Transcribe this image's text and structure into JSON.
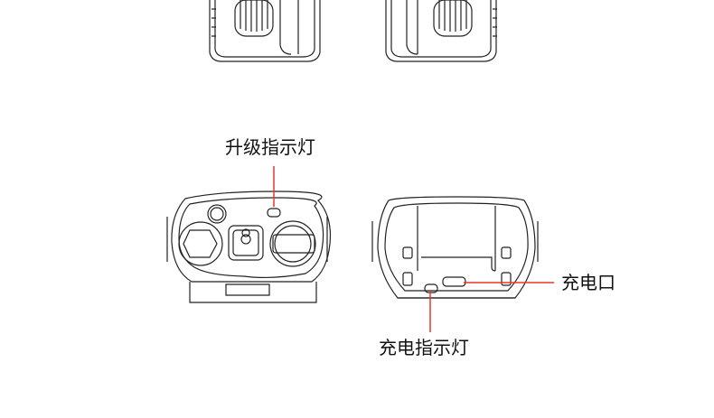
{
  "labels": {
    "upgrade_indicator": "升级指示灯",
    "charging_indicator": "充电指示灯",
    "charging_port": "充电口"
  },
  "colors": {
    "callout_line": "#e8372b",
    "drawing_line": "#222222"
  }
}
